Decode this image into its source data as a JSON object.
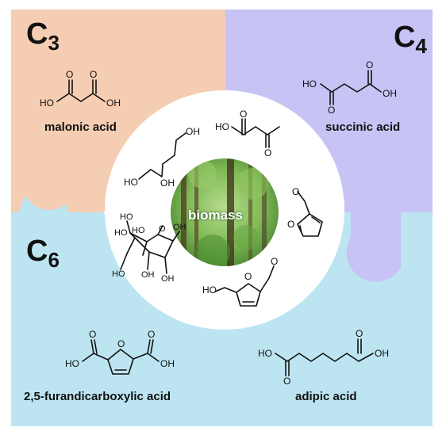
{
  "colors": {
    "c3_region": "#f5cdb2",
    "c4_region": "#c7c3f4",
    "c6_region": "#bde5f1",
    "center_circle": "#ffffff",
    "bond": "#111111"
  },
  "groups": {
    "c3": {
      "label_main": "C",
      "label_sub": "3",
      "compound": "malonic acid"
    },
    "c4": {
      "label_main": "C",
      "label_sub": "4",
      "compound": "succinic acid"
    },
    "c6": {
      "label_main": "C",
      "label_sub": "6",
      "compounds": [
        "2,5-furandicarboxylic acid",
        "adipic acid"
      ]
    }
  },
  "center": {
    "label": "biomass"
  },
  "atom_labels": {
    "oh": "OH",
    "ho": "HO",
    "o": "O"
  }
}
